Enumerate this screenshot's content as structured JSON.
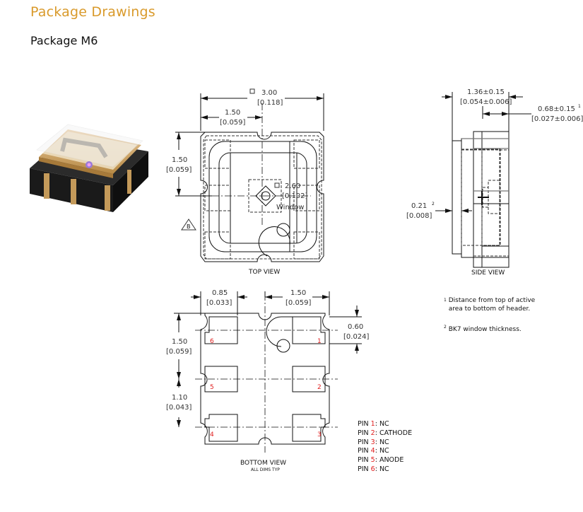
{
  "header": {
    "title": "Package Drawings",
    "subtitle": "Package M6"
  },
  "colors": {
    "title": "#d99a2b",
    "pin_number": "#e02020"
  },
  "top_view": {
    "label": "TOP VIEW",
    "dim_width": "3.00",
    "dim_width_in": "[0.118]",
    "dim_half_width": "1.50",
    "dim_half_width_in": "[0.059]",
    "dim_half_height": "1.50",
    "dim_half_height_in": "[0.059]",
    "window_size": "2.60",
    "window_size_in": "[0.102]",
    "window_label": "Window",
    "datum": "B"
  },
  "side_view": {
    "label": "SIDE VIEW",
    "dim_height": "1.36±0.15",
    "dim_height_in": "[0.054±0.006]",
    "dim_active": "0.68±0.15",
    "dim_active_in": "[0.027±0.006]",
    "dim_active_note": "1",
    "dim_window": "0.21",
    "dim_window_in": "[0.008]",
    "dim_window_note": "2"
  },
  "bottom_view": {
    "label": "BOTTOM VIEW",
    "sublabel": "ALL DIMS TYP",
    "dim_pad_width": "0.85",
    "dim_pad_width_in": "[0.033]",
    "dim_half_width": "1.50",
    "dim_half_width_in": "[0.059]",
    "dim_pad_height": "0.60",
    "dim_pad_height_in": "[0.024]",
    "dim_half_height": "1.50",
    "dim_half_height_in": "[0.059]",
    "dim_pitch": "1.10",
    "dim_pitch_in": "[0.043]",
    "pads": [
      "1",
      "2",
      "3",
      "4",
      "5",
      "6"
    ]
  },
  "notes": [
    {
      "marker": "1",
      "text": "Distance from top of active area to bottom of header."
    },
    {
      "marker": "2",
      "text": "BK7 window thickness."
    }
  ],
  "pins": [
    {
      "prefix": "PIN ",
      "number": "1",
      "function": ": NC"
    },
    {
      "prefix": "PIN ",
      "number": "2",
      "function": ": CATHODE"
    },
    {
      "prefix": "PIN ",
      "number": "3",
      "function": ": NC"
    },
    {
      "prefix": "PIN ",
      "number": "4",
      "function": ": NC"
    },
    {
      "prefix": "PIN ",
      "number": "5",
      "function": ": ANODE"
    },
    {
      "prefix": "PIN ",
      "number": "6",
      "function": ": NC"
    }
  ]
}
